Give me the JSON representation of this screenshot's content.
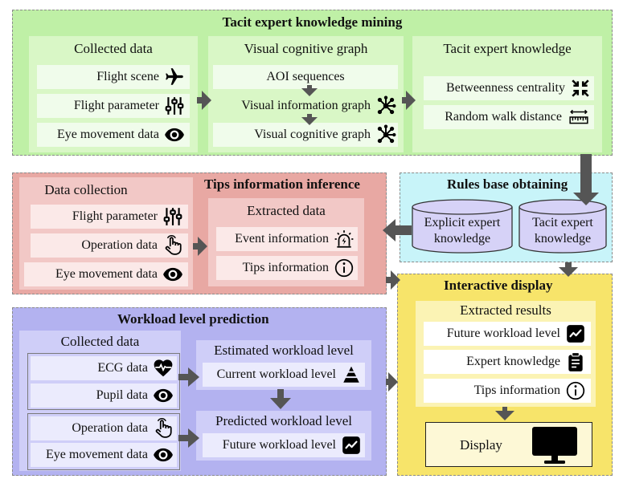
{
  "tacit": {
    "title": "Tacit expert knowledge mining",
    "collected": {
      "title": "Collected data",
      "items": [
        "Flight scene",
        "Flight parameter",
        "Eye movement data"
      ]
    },
    "vcg": {
      "title": "Visual cognitive graph",
      "items": [
        "AOI sequences",
        "Visual information graph",
        "Visual cognitive graph"
      ]
    },
    "tek": {
      "title": "Tacit expert knowledge",
      "items": [
        "Betweenness centrality",
        "Random walk distance"
      ]
    }
  },
  "tips": {
    "title": "Tips information inference",
    "collection": {
      "title": "Data collection",
      "items": [
        "Flight parameter",
        "Operation data",
        "Eye movement data"
      ]
    },
    "extracted": {
      "title": "Extracted data",
      "items": [
        "Event information",
        "Tips information"
      ]
    }
  },
  "rules": {
    "title": "Rules base obtaining",
    "explicit": "Explicit expert knowledge",
    "explicit_l1": "Explicit expert",
    "explicit_l2": "knowledge",
    "tacit_l1": "Tacit expert",
    "tacit_l2": "knowledge"
  },
  "workload": {
    "title": "Workload level prediction",
    "collected": {
      "title": "Collected data",
      "items": [
        "ECG data",
        "Pupil data",
        "Operation data",
        "Eye movement data"
      ]
    },
    "estimated": {
      "title": "Estimated workload level",
      "item": "Current workload level"
    },
    "predicted": {
      "title": "Predicted workload level",
      "item": "Future workload level"
    }
  },
  "interactive": {
    "title": "Interactive display",
    "results": {
      "title": "Extracted results",
      "items": [
        "Future workload level",
        "Expert knowledge",
        "Tips information"
      ]
    },
    "display": "Display"
  },
  "colors": {
    "green_panel": "#bff0a6",
    "green_sub": "#d9f7c6",
    "red_panel": "#e8a8a3",
    "red_sub": "#f2c8c6",
    "cyan_panel": "#c8f4f9",
    "violet_panel": "#b3b2f0",
    "violet_sub": "#cfcef8",
    "yellow_panel": "#f7e46a",
    "yellow_sub": "#fbf3b4",
    "arrow": "#555555"
  }
}
